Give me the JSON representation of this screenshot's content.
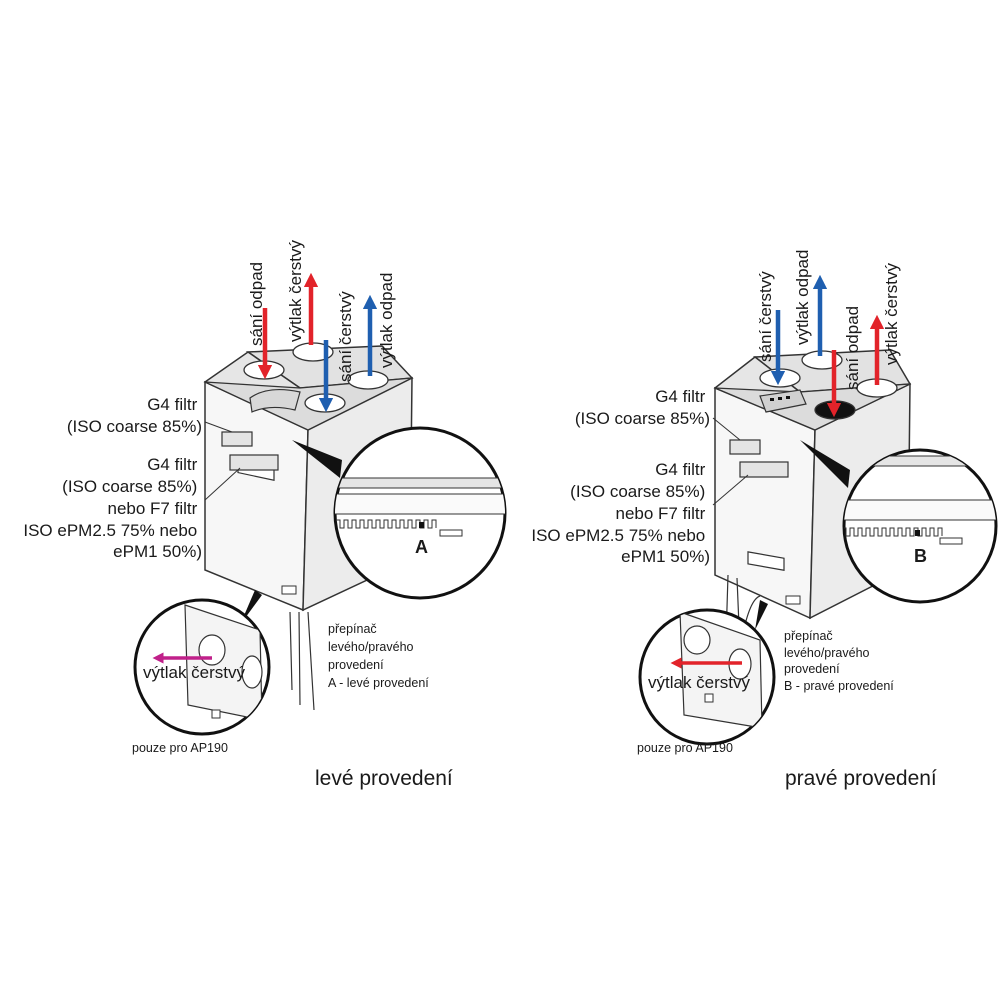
{
  "colors": {
    "red": "#e2232a",
    "blue": "#1f5fb0",
    "magenta": "#c0208a",
    "line": "#333333",
    "unit_face": "#f7f7f7",
    "unit_side": "#ececec",
    "unit_top": "#e2e2e2"
  },
  "left": {
    "ports": {
      "sani_odpad": "sání odpad",
      "vytlak_cerstvy": "výtlak čerstvý",
      "sani_cerstvy": "sání čerstvý",
      "vytlak_odpad": "výtlak odpad"
    },
    "filter1": [
      "G4 filtr",
      "(ISO coarse 85%)"
    ],
    "filter2": [
      "G4 filtr",
      "(ISO coarse 85%)",
      "nebo F7 filtr",
      "ISO ePM2.5 75% nebo",
      "ePM1 50%)"
    ],
    "detail_letter": "A",
    "outlet_label": "výtlak čerstvý",
    "switch": [
      "přepínač",
      "levého/pravého",
      "provedení",
      "A - levé provedení"
    ],
    "note": "pouze pro AP190",
    "caption": "levé provedení"
  },
  "right": {
    "ports": {
      "sani_cerstvy": "sání čerstvý",
      "vytlak_odpad": "výtlak odpad",
      "sani_odpad": "sání odpad",
      "vytlak_cerstvy": "výtlak čerstvý"
    },
    "filter1": [
      "G4 filtr",
      "(ISO coarse 85%)"
    ],
    "filter2": [
      "G4 filtr",
      "(ISO coarse 85%)",
      "nebo F7 filtr",
      "ISO ePM2.5 75% nebo",
      "ePM1 50%)"
    ],
    "detail_letter": "B",
    "outlet_label": "výtlak čerstvý",
    "switch": [
      "přepínač",
      "levého/pravého",
      "provedení",
      "B - pravé provedení"
    ],
    "note": "pouze pro AP190",
    "caption": "pravé provedení"
  }
}
